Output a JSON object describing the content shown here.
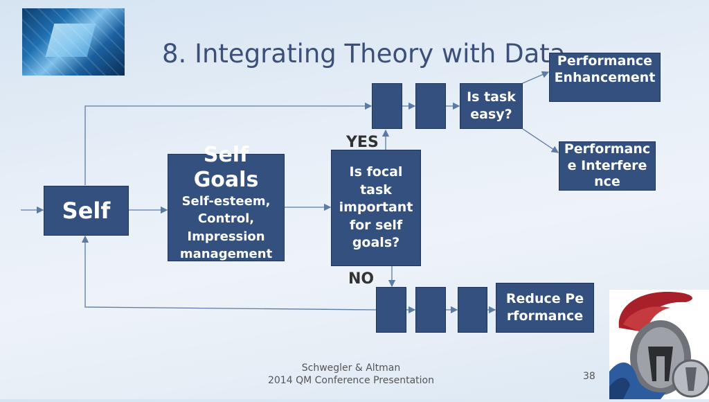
{
  "slide": {
    "title": "8. Integrating Theory with Data",
    "footer_line1": "Schwegler & Altman",
    "footer_line2": "2014 QM Conference Presentation",
    "page_number": "38"
  },
  "boxes": {
    "self": "Self",
    "goals_heading": "Self Goals",
    "goals_detail": "Self-esteem, Control, Impression management",
    "focal_question": "Is focal task important for self goals?",
    "easy_question": "Is task easy?",
    "enhancement": "Performance Enhancement",
    "interference": "Performance Interference",
    "reduce": "Reduce Performance"
  },
  "labels": {
    "yes": "YES",
    "no": "NO"
  },
  "colors": {
    "box_fill": "#33507f",
    "arrow": "#5b7ba3",
    "title": "#3b4f7a"
  }
}
